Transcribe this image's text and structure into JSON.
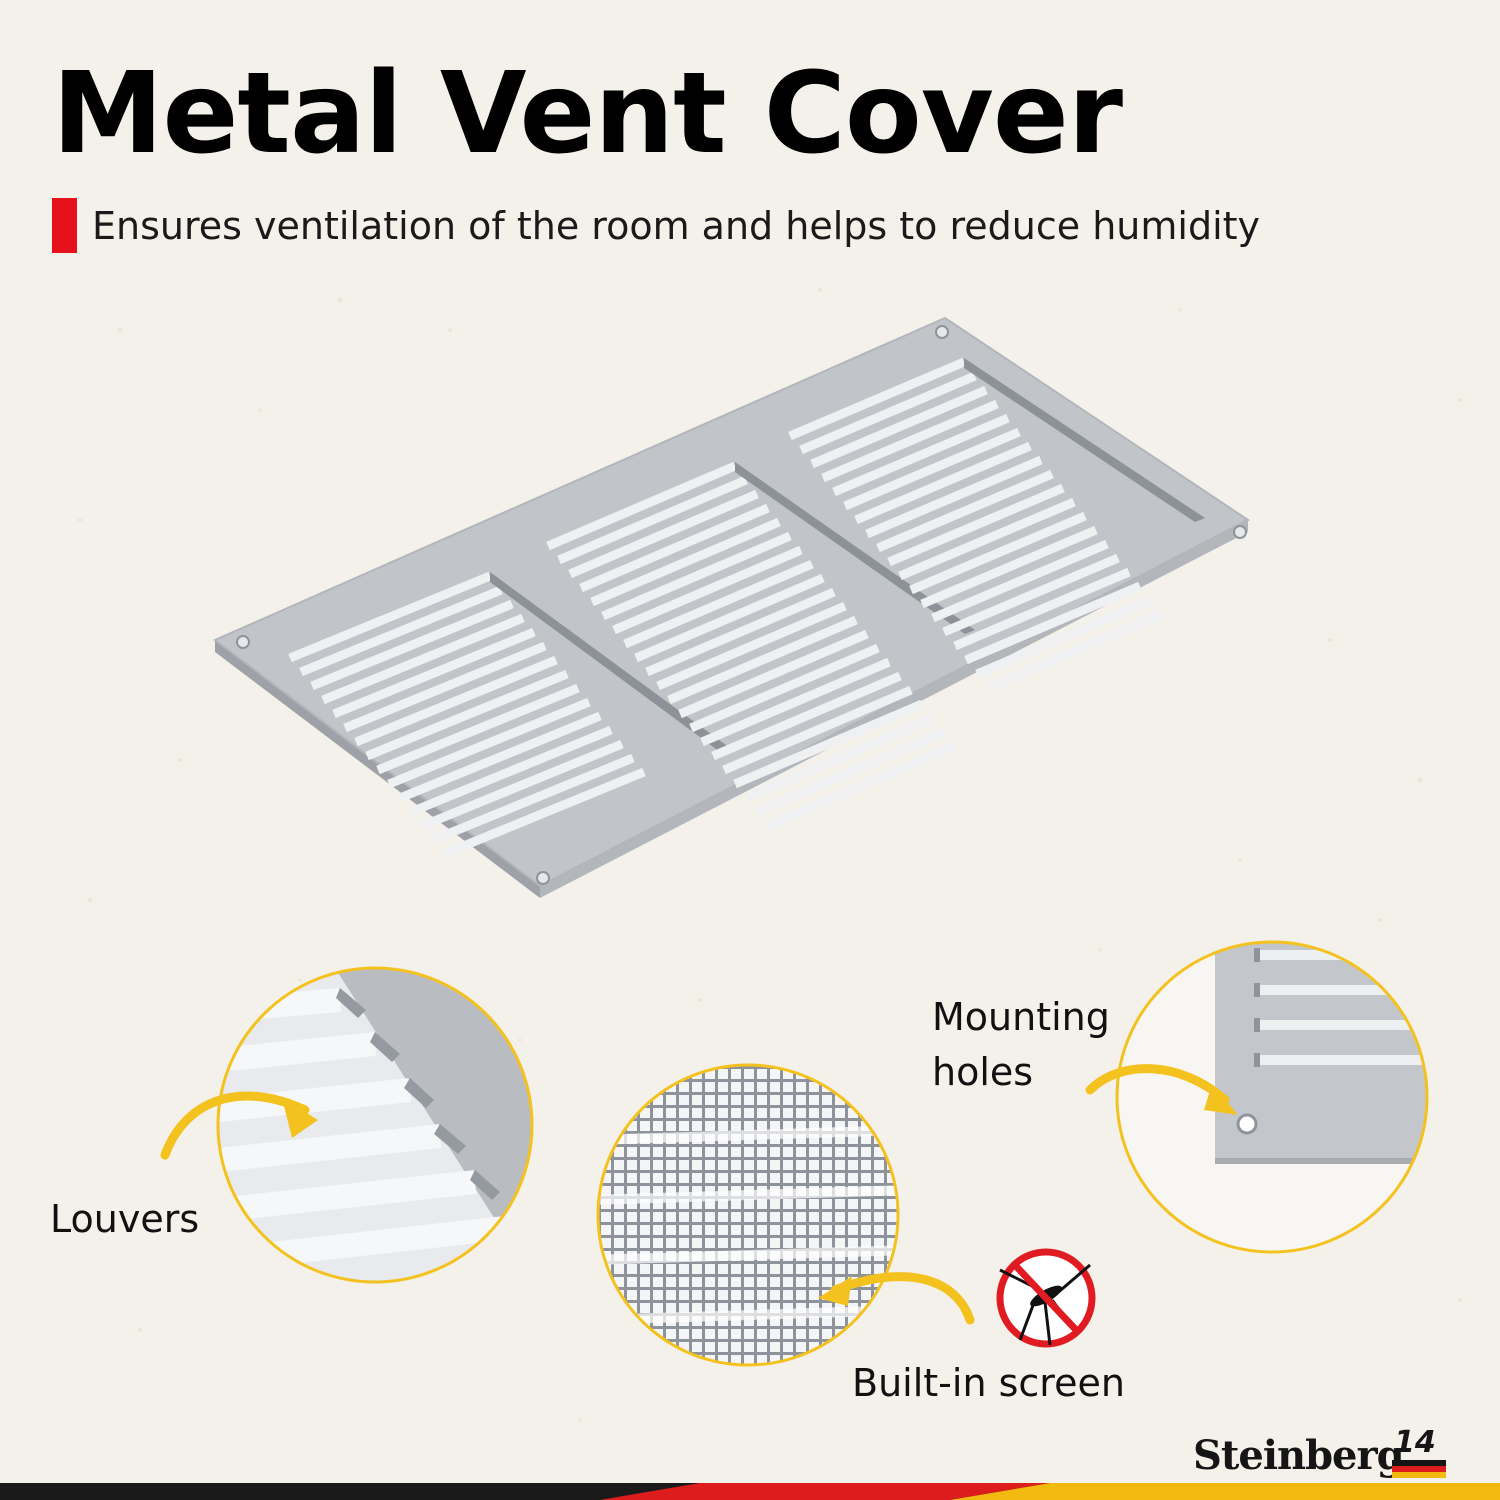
{
  "page": {
    "title": "Metal Vent Cover",
    "subtitle": "Ensures ventilation of the room and helps to reduce humidity"
  },
  "callouts": {
    "louvers": "Louvers",
    "mounting_line1": "Mounting",
    "mounting_line2": "holes",
    "screen": "Built-in screen"
  },
  "brand": {
    "name": "Steinberg",
    "mark": "14"
  },
  "icons": [
    "vent-cover-illustration",
    "curved-arrow-icon",
    "no-mosquito-icon",
    "flag-stripe"
  ],
  "colors": {
    "background": "#f4f1ea",
    "accent_red": "#e5111b",
    "metal": "#c1c4c8",
    "highlight_yellow": "#f4c21f",
    "flag_black": "#1a1a1a",
    "flag_red": "#dd1d1d",
    "flag_gold": "#f2b90f"
  }
}
